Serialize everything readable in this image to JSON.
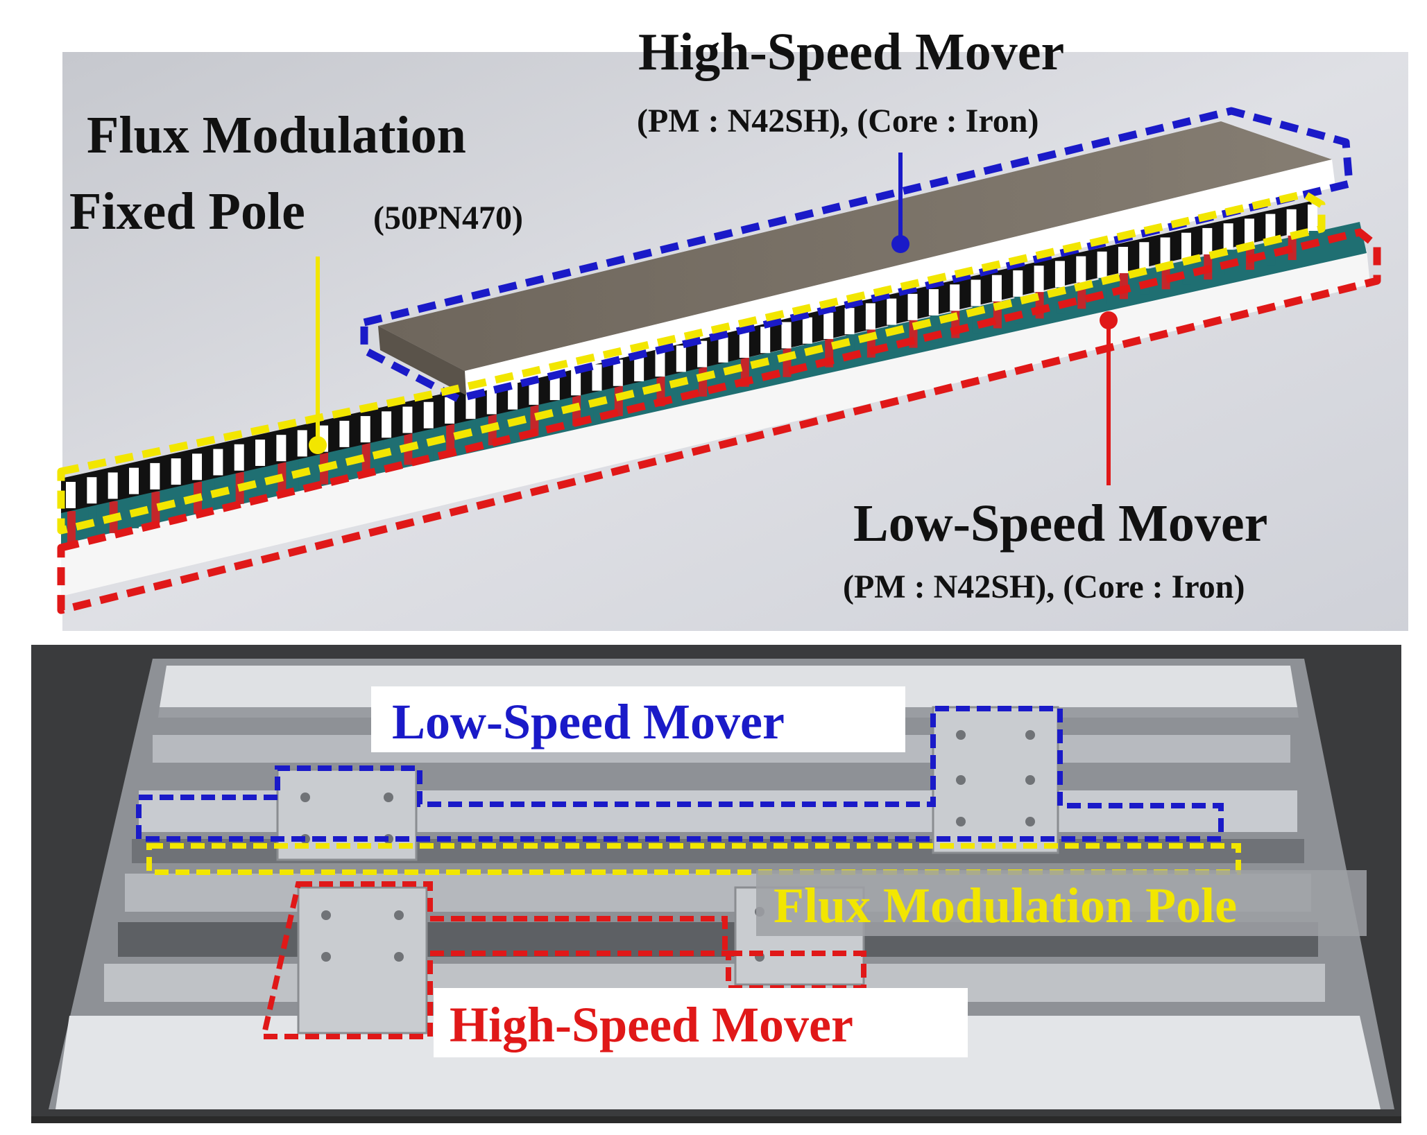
{
  "top_diagram": {
    "high_speed_mover": {
      "title": "High-Speed Mover",
      "spec": "(PM : N42SH), (Core : Iron)"
    },
    "flux_modulation": {
      "title_line1": "Flux Modulation",
      "title_line2": "Fixed Pole",
      "spec": "(50PN470)"
    },
    "low_speed_mover": {
      "title": "Low-Speed Mover",
      "spec": "(PM : N42SH), (Core : Iron)"
    }
  },
  "prototype_photo": {
    "low_speed_label": "Low-Speed Mover",
    "flux_pole_label": "Flux Modulation Pole",
    "high_speed_label": "High-Speed Mover"
  },
  "colors": {
    "blue_outline": "#1a1ac8",
    "yellow_outline": "#f2e600",
    "red_outline": "#e01818",
    "background_gray": "#d2d4da"
  }
}
